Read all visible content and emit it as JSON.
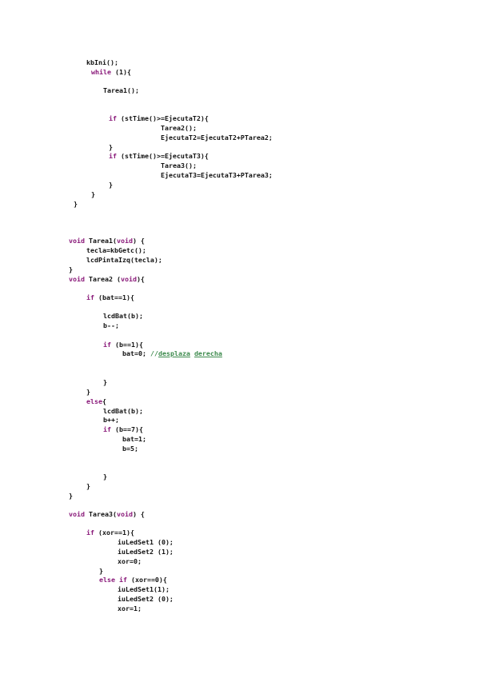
{
  "code": {
    "main": {
      "kbIni": "kbIni();",
      "while_kw": "while",
      "while_rest": " (1){",
      "tarea1_call": "Tarea1();",
      "if1_kw": "if",
      "if1_rest": " (stTime()>=EjecutaT2){",
      "tarea2_call": "Tarea2();",
      "ejec2": "EjecutaT2=EjecutaT2+PTarea2;",
      "brace_a": "}",
      "if2_kw": "if",
      "if2_rest": " (stTime()>=EjecutaT3){",
      "tarea3_call": "Tarea3();",
      "ejec3": "EjecutaT3=EjecutaT3+PTarea3;",
      "brace_b": "}",
      "brace_c": "}",
      "brace_d": "}"
    },
    "tarea1": {
      "void_kw": "void",
      "sig_mid": " Tarea1(",
      "void_kw2": "void",
      "sig_end": ") {",
      "tecla": "tecla=kbGetc();",
      "lcd": "lcdPintaIzq(tecla);",
      "brace": "}"
    },
    "tarea2": {
      "void_kw": "void",
      "sig_mid": " Tarea2 (",
      "void_kw2": "void",
      "sig_end": "){",
      "if_kw": "if",
      "if_rest": " (bat==1){",
      "lcdbat1": "lcdBat(b);",
      "bdec": "b--;",
      "if2_kw": "if",
      "if2_rest": " (b==1){",
      "bat0": "bat=0; ",
      "comment_slashes": "//",
      "comment_w1": "desplaza",
      "comment_sp": " ",
      "comment_w2": "derecha",
      "brace1": "}",
      "brace2": "}",
      "else_kw": "else",
      "else_rest": "{",
      "lcdbat2": "lcdBat(b);",
      "binc": "b++;",
      "if3_kw": "if",
      "if3_rest": " (b==7){",
      "bat1": "bat=1;",
      "b5": "b=5;",
      "brace3": "}",
      "brace4": "}",
      "brace5": "}"
    },
    "tarea3": {
      "void_kw": "void",
      "sig_mid": " Tarea3(",
      "void_kw2": "void",
      "sig_end": ") {",
      "if_kw": "if",
      "if_rest": " (xor==1){",
      "led1a": "iuLedSet1 (0);",
      "led2a": "iuLedSet2 (1);",
      "xor0": "xor=0;",
      "brace1": "}",
      "elseif_kw": "else if",
      "elseif_rest": " (xor==0){",
      "led1b": "iuLedSet1(1);",
      "led2b": "iuLedSet2 (0);",
      "xor1": "xor=1;"
    }
  }
}
